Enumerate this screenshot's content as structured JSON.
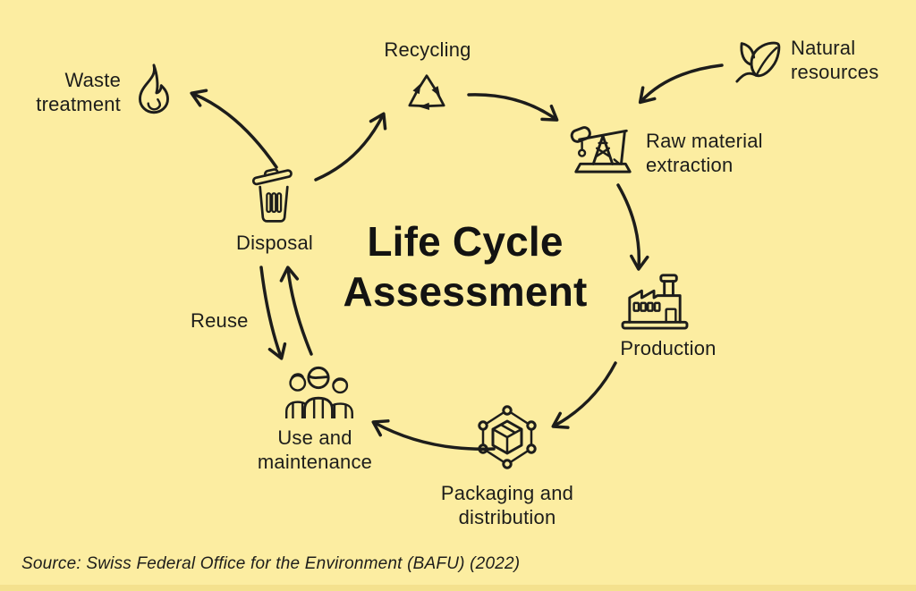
{
  "colors": {
    "background": "#FCEDA1",
    "bottom_strip": "#F4E18E",
    "ink": "#1D1D1B"
  },
  "title": {
    "line1": "Life Cycle",
    "line2": "Assessment"
  },
  "source": "Source: Swiss Federal Office for the Environment (BAFU) (2022)",
  "nodes": {
    "natural_resources": {
      "line1": "Natural",
      "line2": "resources",
      "icon": "leaves-icon"
    },
    "raw_material_extraction": {
      "line1": "Raw material",
      "line2": "extraction",
      "icon": "oil-pump-icon"
    },
    "production": {
      "label": "Production",
      "icon": "factory-icon"
    },
    "packaging_and_distribution": {
      "line1": "Packaging and",
      "line2": "distribution",
      "icon": "box-network-icon"
    },
    "use_and_maintenance": {
      "line1": "Use and",
      "line2": "maintenance",
      "icon": "people-icon"
    },
    "disposal": {
      "label": "Disposal",
      "icon": "trash-can-icon"
    },
    "recycling": {
      "label": "Recycling",
      "icon": "recycle-icon"
    },
    "waste_treatment": {
      "line1": "Waste",
      "line2": "treatment",
      "icon": "flame-icon"
    },
    "reuse": {
      "label": "Reuse"
    }
  },
  "flows": [
    {
      "from": "natural_resources",
      "to": "raw_material_extraction"
    },
    {
      "from": "recycling",
      "to": "raw_material_extraction"
    },
    {
      "from": "raw_material_extraction",
      "to": "production"
    },
    {
      "from": "production",
      "to": "packaging_and_distribution"
    },
    {
      "from": "packaging_and_distribution",
      "to": "use_and_maintenance"
    },
    {
      "from": "use_and_maintenance",
      "to": "disposal",
      "label": "Reuse"
    },
    {
      "from": "disposal",
      "to": "use_and_maintenance",
      "label": "Reuse"
    },
    {
      "from": "disposal",
      "to": "recycling"
    },
    {
      "from": "disposal",
      "to": "waste_treatment"
    }
  ]
}
